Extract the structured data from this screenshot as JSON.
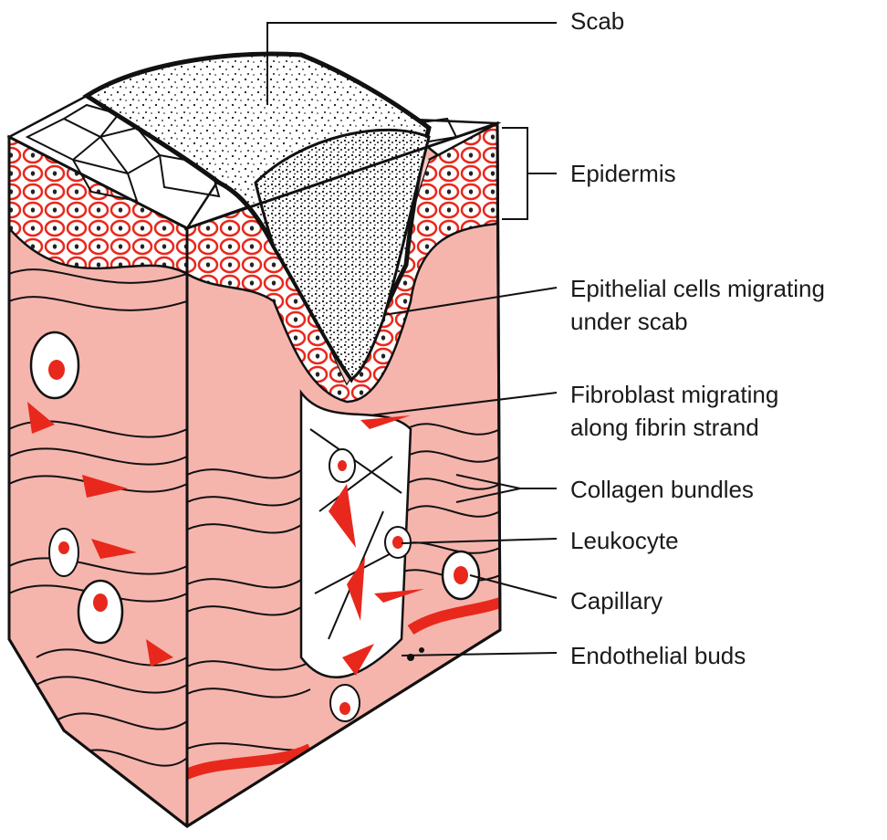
{
  "labels": {
    "scab": "Scab",
    "epidermis": "Epidermis",
    "epithelial_1": "Epithelial cells migrating",
    "epithelial_2": "under scab",
    "fibroblast_1": "Fibroblast migrating",
    "fibroblast_2": "along fibrin strand",
    "collagen": "Collagen bundles",
    "leukocyte": "Leukocyte",
    "capillary": "Capillary",
    "endothelial": "Endothelial buds"
  },
  "colors": {
    "outline": "#111111",
    "tissue_red": "#e8281c",
    "dermis_pink": "#f5b5ad",
    "wound_pink": "#f8c9c2",
    "paper": "#ffffff"
  }
}
